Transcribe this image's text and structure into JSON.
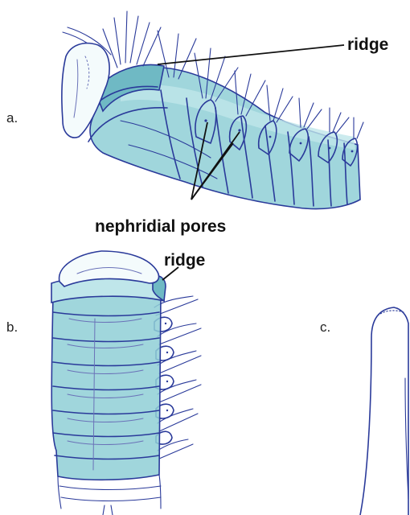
{
  "colors": {
    "ink": "#2a3a9a",
    "body_fill": "#8fcfd6",
    "body_fill_light": "#bfe6ea",
    "body_fill_dark": "#6fb9c4",
    "label": "#111111"
  },
  "figure": {
    "panel_a": {
      "letter": "a.",
      "ridge_label": "ridge",
      "pores_label": "nephridial pores"
    },
    "panel_b": {
      "letter": "b.",
      "ridge_label": "ridge"
    },
    "panel_c": {
      "letter": "c."
    }
  }
}
